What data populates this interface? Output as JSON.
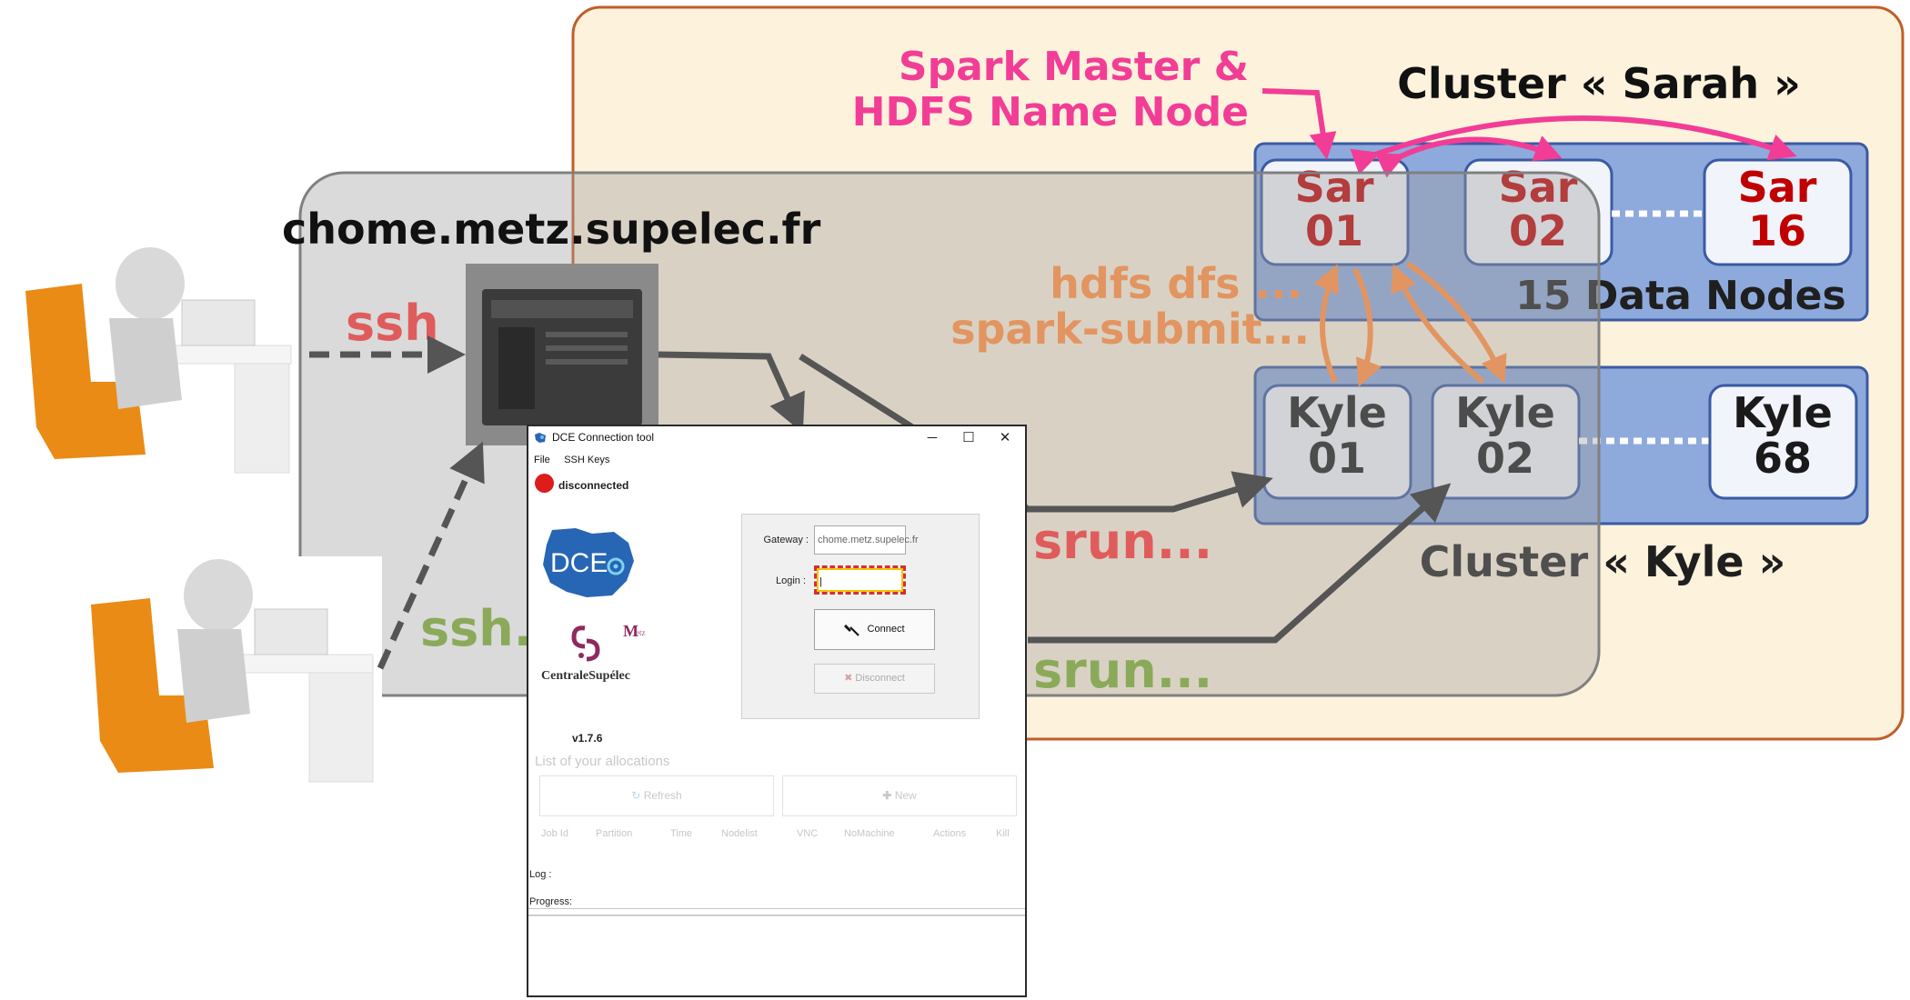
{
  "diagram": {
    "host_label": "chome.metz.supelec.fr",
    "ssh_label_1": "ssh",
    "ssh_label_2": "ssh...",
    "srun_label_1": "srun...",
    "srun_label_2": "srun...",
    "hdfs_label": "hdfs dfs ...",
    "spark_submit_label": "spark-submit...",
    "spark_master_line1": "Spark Master &",
    "spark_master_line2": "HDFS Name Node",
    "cluster_sarah_label": "Cluster « Sarah »",
    "cluster_kyle_label": "Cluster « Kyle »",
    "data_nodes_label": "15 Data Nodes",
    "nodes": {
      "sar01": [
        "Sar",
        "01"
      ],
      "sar02": [
        "Sar",
        "02"
      ],
      "sar16": [
        "Sar",
        "16"
      ],
      "kyle01": [
        "Kyle",
        "01"
      ],
      "kyle02": [
        "Kyle",
        "02"
      ],
      "kyle68": [
        "Kyle",
        "68"
      ]
    },
    "colors": {
      "ssh_red": "#e05c5c",
      "ssh_green": "#8aaa5a",
      "orange": "#e29560",
      "pink": "#f23d96",
      "dark_red": "#c00000",
      "cluster_blue": "#8eaadc",
      "campus_bg": "#fdf2dc",
      "campus_border": "#c25d2a"
    }
  },
  "window": {
    "title": "DCE Connection tool",
    "controls": {
      "minimize": "─",
      "maximize": "☐",
      "close": "✕"
    },
    "menu": [
      "File",
      "SSH Keys"
    ],
    "status": {
      "text": "disconnected",
      "color": "#dd1c1c"
    },
    "logo_dce_text": "DCE",
    "logo_metz_text": "etz",
    "logo_cs_text": "CentraleSupélec",
    "version": "v1.7.6",
    "form": {
      "gateway_label": "Gateway :",
      "gateway_value": "chome.metz.supelec.fr",
      "login_label": "Login :",
      "login_value": "|",
      "connect_label": "Connect",
      "disconnect_label": "Disconnect"
    },
    "allocations": {
      "title": "List of your allocations",
      "refresh_label": "Refresh",
      "new_label": "New",
      "columns": [
        "Job Id",
        "Partition",
        "Time",
        "Nodelist",
        "VNC",
        "NoMachine",
        "Actions",
        "Kill"
      ]
    },
    "log_label": "Log :",
    "progress_label": "Progress:",
    "progress": 0
  }
}
